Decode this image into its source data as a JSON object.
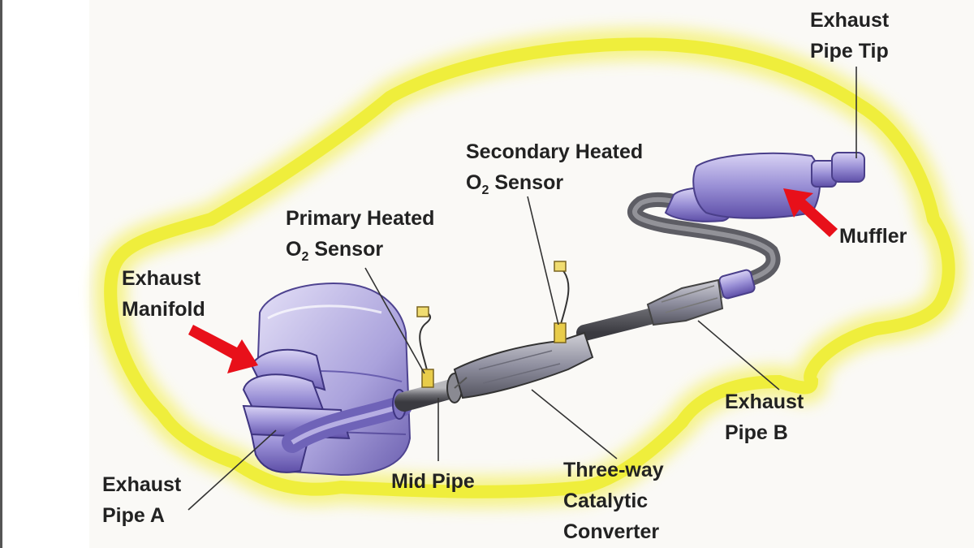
{
  "labels": {
    "exhaust_pipe_tip": [
      "Exhaust",
      "Pipe Tip"
    ],
    "secondary_sensor": [
      "Secondary Heated",
      "Sensor"
    ],
    "primary_sensor": [
      "Primary Heated",
      "Sensor"
    ],
    "exhaust_manifold": [
      "Exhaust",
      "Manifold"
    ],
    "muffler": "Muffler",
    "exhaust_pipe_b": [
      "Exhaust",
      "Pipe B"
    ],
    "three_way_converter": [
      "Three-way",
      "Catalytic",
      "Converter"
    ],
    "mid_pipe": "Mid Pipe",
    "exhaust_pipe_a": [
      "Exhaust",
      "Pipe A"
    ],
    "o2_prefix": "O",
    "o2_subscript": "2"
  },
  "colors": {
    "car_outline_glow": "#f5f27a",
    "car_outline": "#efee3c",
    "component_purple": "#8a80c8",
    "pipe_gray": "#6a6a70",
    "sensor_yellow": "#e8cc4a",
    "arrow_red": "#e8101a",
    "leader_line": "#333333"
  }
}
